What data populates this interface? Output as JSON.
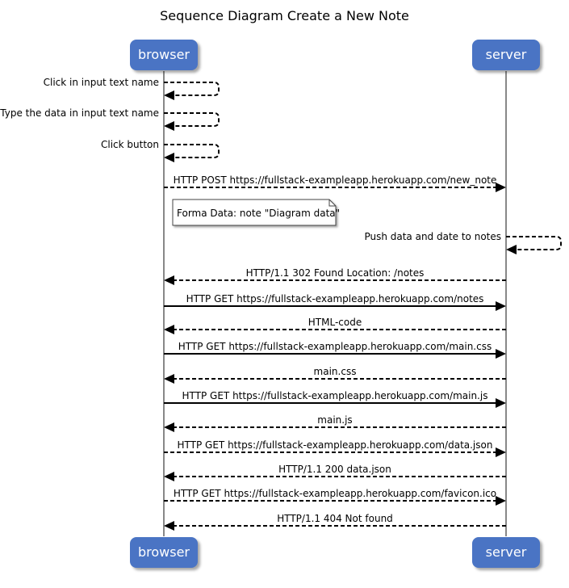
{
  "title": "Sequence Diagram Create a New Note",
  "participants": {
    "browser": "browser",
    "server": "server"
  },
  "note": "Forma Data: note \"Diagram data\"",
  "messages": [
    {
      "from": "browser",
      "to": "browser",
      "label": "Click in input text name",
      "style": "dashed"
    },
    {
      "from": "browser",
      "to": "browser",
      "label": "Type the data in input text name",
      "style": "dashed"
    },
    {
      "from": "browser",
      "to": "browser",
      "label": "Click button",
      "style": "dashed"
    },
    {
      "from": "browser",
      "to": "server",
      "label": "HTTP POST https://fullstack-exampleapp.herokuapp.com/new_note",
      "style": "dashed"
    },
    {
      "from": "server",
      "to": "server",
      "label": "Push data and date to notes",
      "style": "dashed"
    },
    {
      "from": "server",
      "to": "browser",
      "label": "HTTP/1.1 302 Found Location: /notes",
      "style": "dashed"
    },
    {
      "from": "browser",
      "to": "server",
      "label": "HTTP GET https://fullstack-exampleapp.herokuapp.com/notes",
      "style": "solid"
    },
    {
      "from": "server",
      "to": "browser",
      "label": "HTML-code",
      "style": "dashed"
    },
    {
      "from": "browser",
      "to": "server",
      "label": "HTTP GET https://fullstack-exampleapp.herokuapp.com/main.css",
      "style": "solid"
    },
    {
      "from": "server",
      "to": "browser",
      "label": "main.css",
      "style": "dashed"
    },
    {
      "from": "browser",
      "to": "server",
      "label": "HTTP GET https://fullstack-exampleapp.herokuapp.com/main.js",
      "style": "solid"
    },
    {
      "from": "server",
      "to": "browser",
      "label": "main.js",
      "style": "dashed"
    },
    {
      "from": "browser",
      "to": "server",
      "label": "HTTP GET https://fullstack-exampleapp.herokuapp.com/data.json",
      "style": "dashed"
    },
    {
      "from": "server",
      "to": "browser",
      "label": "HTTP/1.1  200 data.json",
      "style": "dashed"
    },
    {
      "from": "browser",
      "to": "server",
      "label": "HTTP GET https://fullstack-exampleapp.herokuapp.com/favicon.ico",
      "style": "dashed"
    },
    {
      "from": "server",
      "to": "browser",
      "label": "HTTP/1.1 404 Not found",
      "style": "dashed"
    }
  ]
}
